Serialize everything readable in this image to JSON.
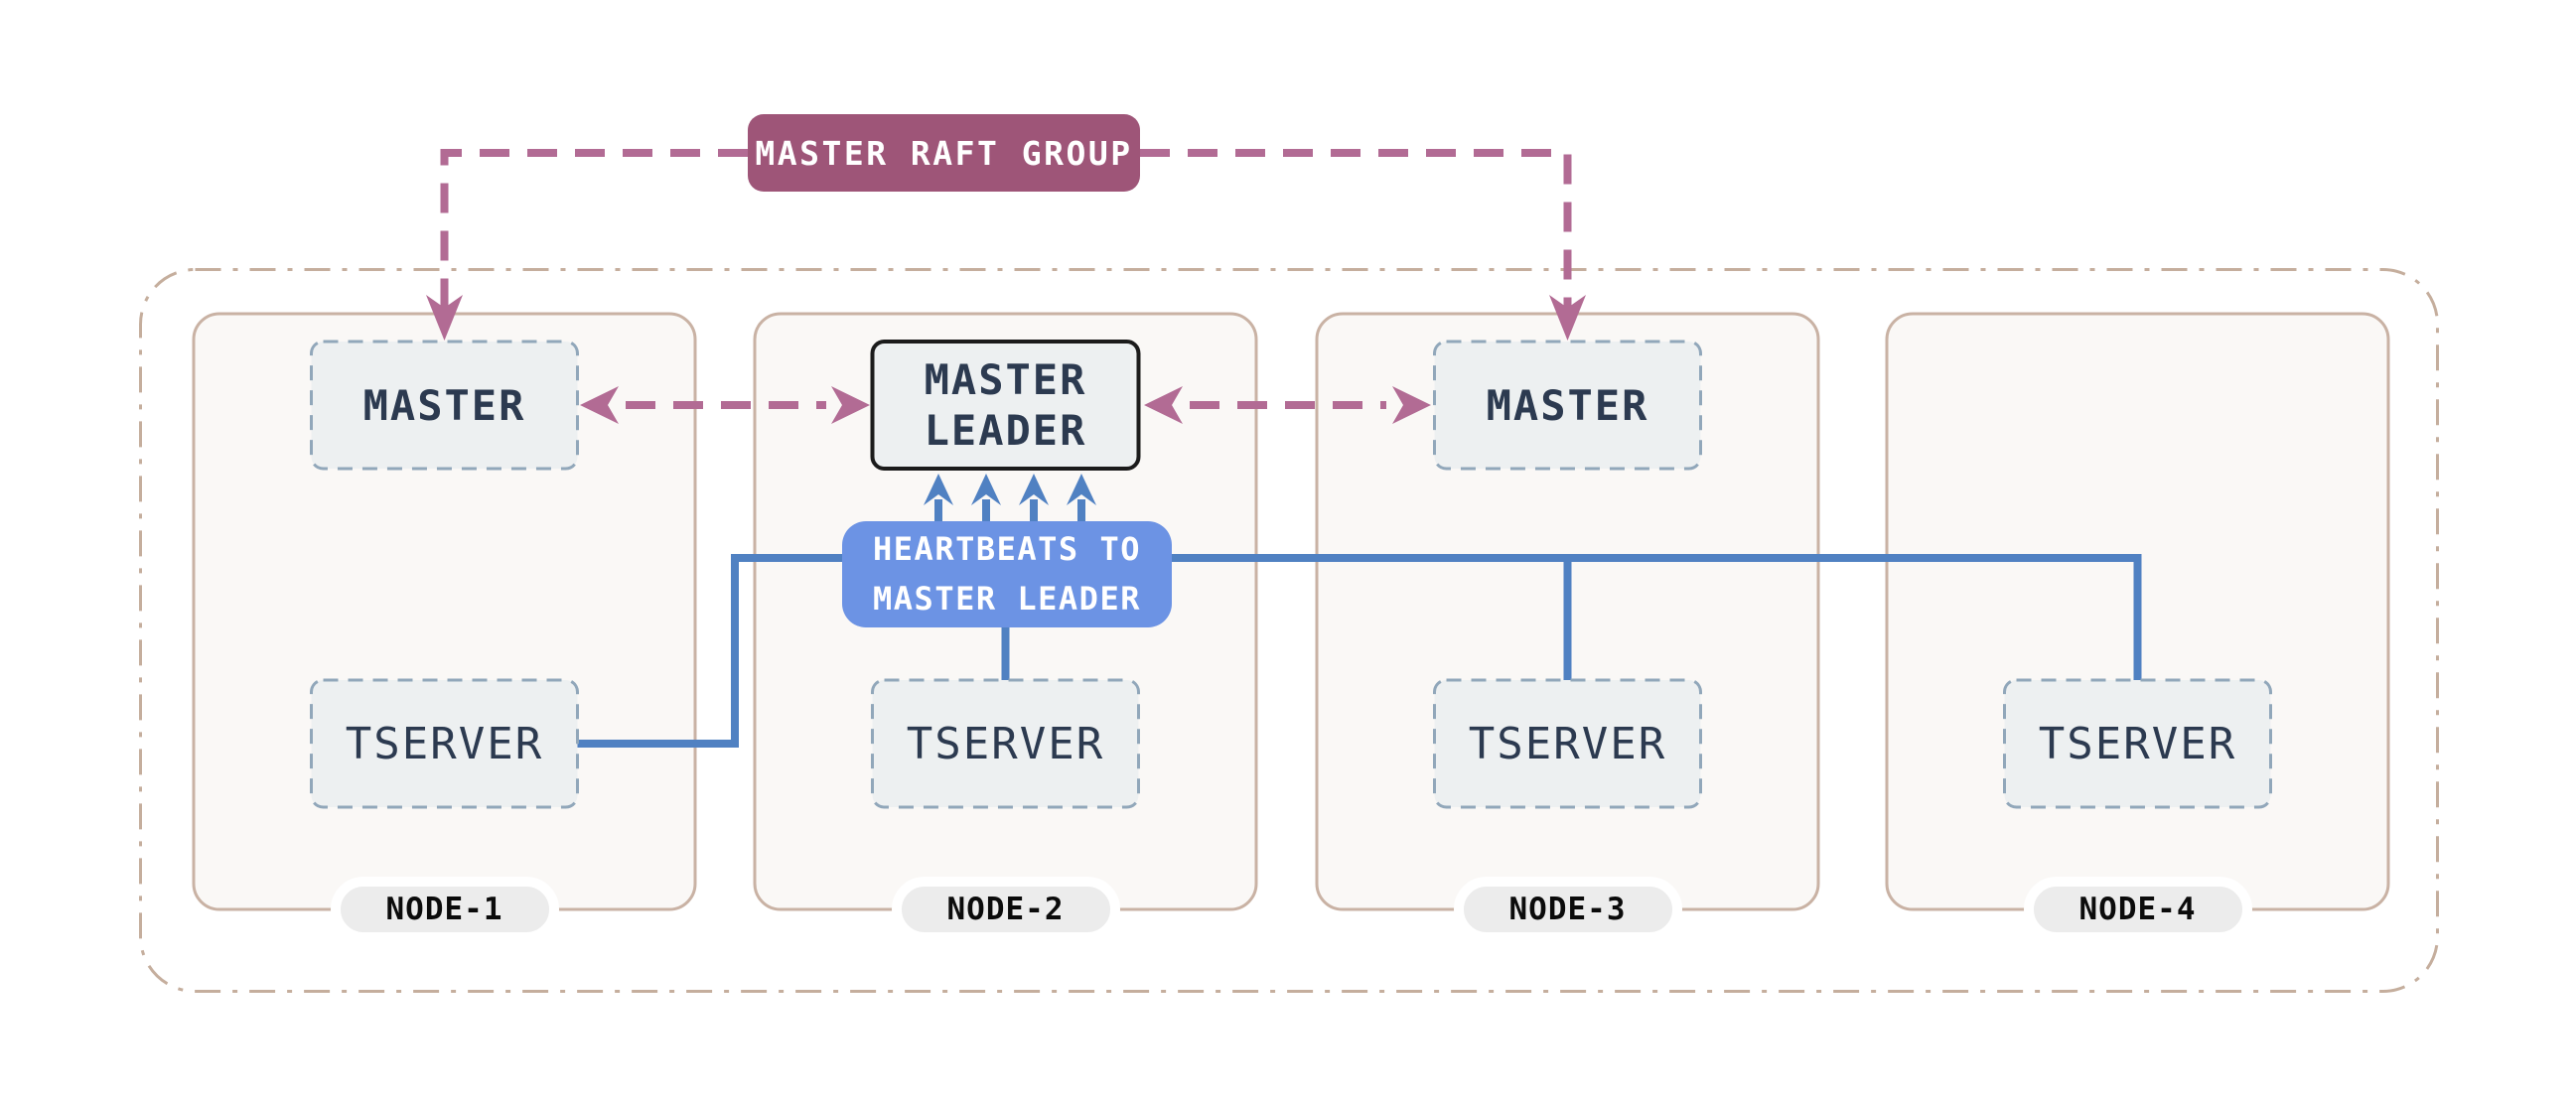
{
  "diagram": {
    "raft_group": {
      "label": "MASTER RAFT GROUP"
    },
    "master_leader": {
      "line1": "MASTER",
      "line2": "LEADER"
    },
    "heartbeat_badge": {
      "line1": "HEARTBEATS TO",
      "line2": "MASTER LEADER"
    },
    "nodes": [
      {
        "label": "NODE-1",
        "master_label": "MASTER",
        "tserver_label": "TSERVER"
      },
      {
        "label": "NODE-2",
        "tserver_label": "TSERVER"
      },
      {
        "label": "NODE-3",
        "master_label": "MASTER",
        "tserver_label": "TSERVER"
      },
      {
        "label": "NODE-4",
        "tserver_label": "TSERVER"
      }
    ]
  },
  "colors": {
    "accent-pink": "#b26b94",
    "raft-fill": "#9e5578",
    "line-blue": "#5081c2",
    "heartbeat-fill": "#6c93e4",
    "box-fill": "#edf0f1",
    "box-border": "#91a7ba",
    "navy-text": "#2c3a50",
    "node-fill": "#faf8f6",
    "node-border": "#c9b2a4",
    "outer-border": "#c5ae9d",
    "pill-fill": "#ececec",
    "leader-border": "#1b1b1b"
  }
}
